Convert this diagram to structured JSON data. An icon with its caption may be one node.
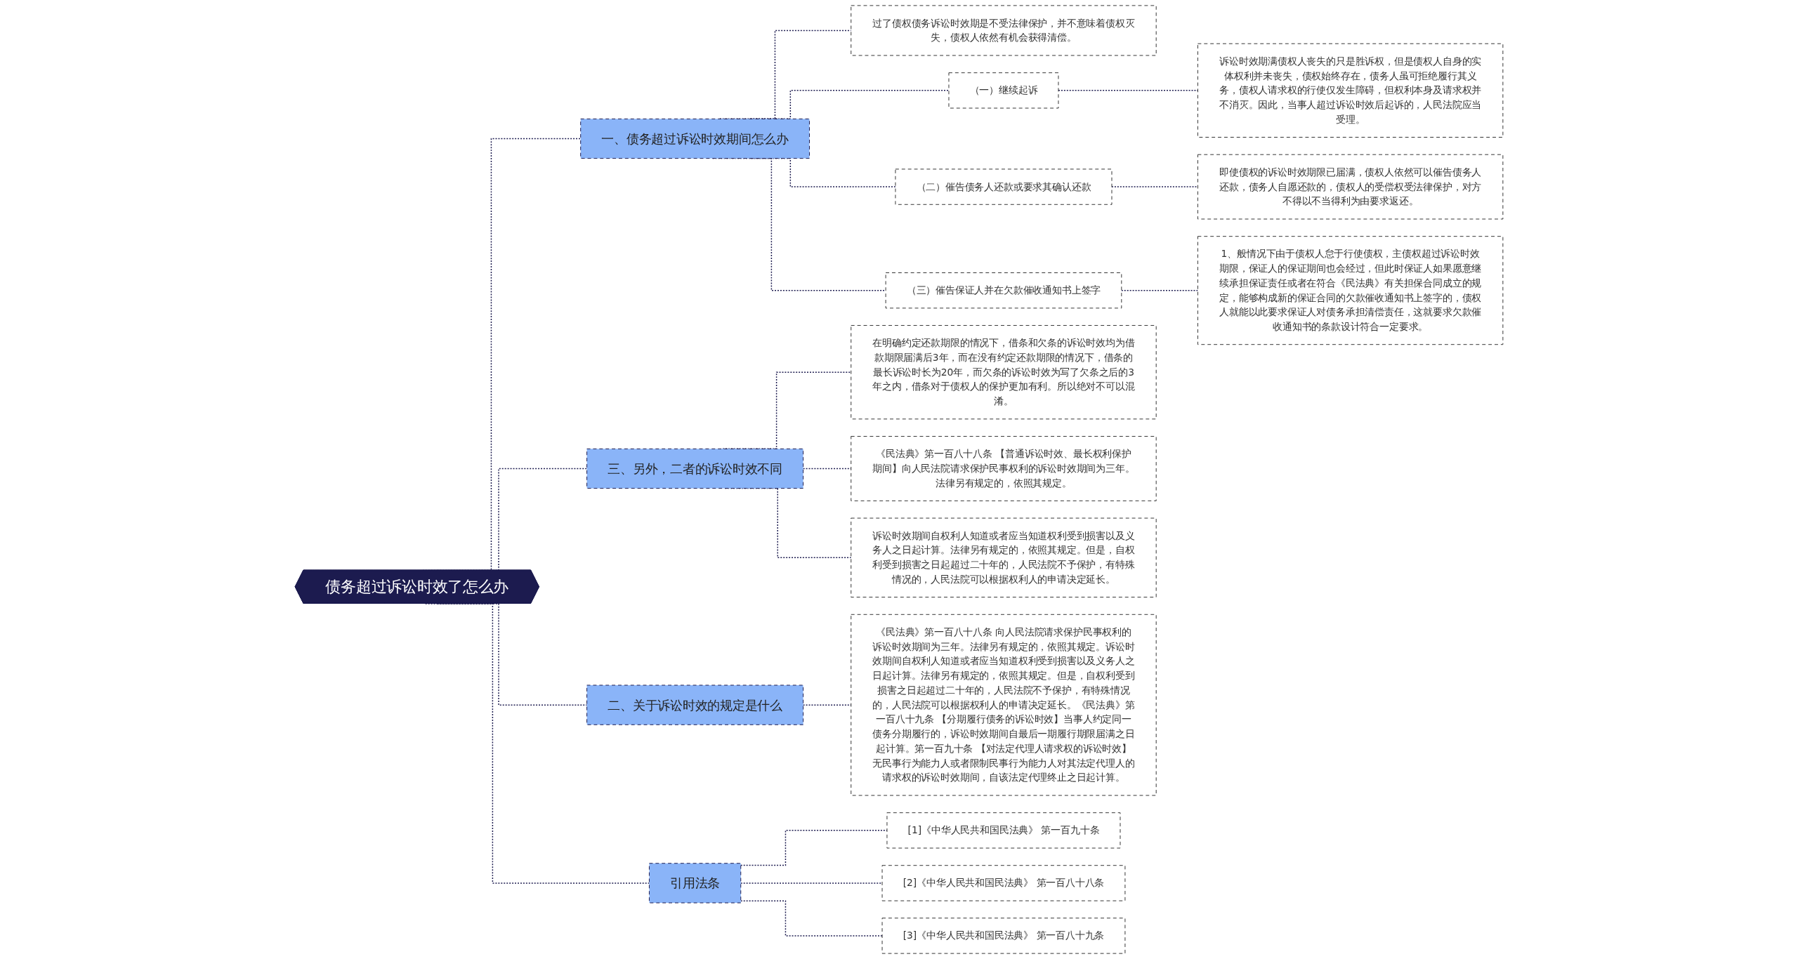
{
  "diagram": {
    "nodes": [
      {
        "text": [
          "债务超过诉讼时效了怎么办"
        ]
      },
      {
        "text": [
          "一、债务超过诉讼时效期间怎么办"
        ]
      },
      {
        "text": [
          "过了债权债务诉讼时效期是不受法律保护，并不意味着债权灭失，债权人依然有机会获得清偿。"
        ]
      },
      {
        "text": [
          "（一）继续起诉"
        ]
      },
      {
        "text": [
          "诉讼时效期满债权人丧失的只是胜诉权，但是债权人自身的实体权利并未丧失，债权始终存在，债务人虽可拒绝履行其义务，债权人请求权的行使仅发生障碍，但权利本身及请求权并不消灭。因此，当事人超过诉讼时效后起诉的，人民法院应当受理。"
        ]
      },
      {
        "text": [
          "（二）催告债务人还款或要求其确认还款"
        ]
      },
      {
        "text": [
          "即使债权的诉讼时效期限已届满，债权人依然可以催告债务人还款，债务人自愿还款的，债权人的受偿权受法律保护，对方不得以不当得利为由要求返还。"
        ]
      },
      {
        "text": [
          "（三）催告保证人并在欠款催收通知书上签字"
        ]
      },
      {
        "text": [
          "1、般情况下由于债权人怠于行使债权，主债权超过诉讼时效期限，保证人的保证期间也会经过，但此时保证人如果愿意继续承担保证责任或者在符合《民法典》有关担保合同成立的规定，能够构成新的保证合同的欠款催收通知书上签字的，债权人就能以此要求保证人对债务承担清偿责任，这就要求欠款催收通知书的条款设计符合一定要求。"
        ]
      },
      {
        "text": [
          "三、另外，二者的诉讼时效不同"
        ]
      },
      {
        "text": [
          "在明确约定还款期限的情况下，借条和欠条的诉讼时效均为借款期限届满后3年，而在没有约定还款期限的情况下，借条的最长诉讼时长为20年，而欠条的诉讼时效为写了欠条之后的3年之内，借条对于债权人的保护更加有利。所以绝对不可以混淆。"
        ]
      },
      {
        "text": [
          "《民法典》第一百八十八条 【普通诉讼时效、最长权利保护期间】向人民法院请求保护民事权利的诉讼时效期间为三年。法律另有规定的，依照其规定。"
        ]
      },
      {
        "text": [
          "诉讼时效期间自权利人知道或者应当知道权利受到损害以及义务人之日起计算。法律另有规定的，依照其规定。但是，自权利受到损害之日起超过二十年的，人民法院不予保护，有特殊情况的，人民法院可以根据权利人的申请决定延长。"
        ]
      },
      {
        "text": [
          "二、关于诉讼时效的规定是什么"
        ]
      },
      {
        "text": [
          "《民法典》第一百八十八条 向人民法院请求保护民事权利的诉讼时效期间为三年。法律另有规定的，依照其规定。诉讼时效期间自权利人知道或者应当知道权利受到损害以及义务人之日起计算。法律另有规定的，依照其规定。但是，自权利受到损害之日起超过二十年的，人民法院不予保护，有特殊情况的，人民法院可以根据权利人的申请决定延长。《民法典》第一百八十九条 【分期履行债务的诉讼时效】当事人约定同一债务分期履行的，诉讼时效期间自最后一期履行期限届满之日起计算。第一百九十条 【对法定代理人请求权的诉讼时效】无民事行为能力人或者限制民事行为能力人对其法定代理人的请求权的诉讼时效期间，自该法定代理终止之日起计算。"
        ]
      },
      {
        "text": [
          "引用法条"
        ]
      },
      {
        "text": [
          "[1]《中华人民共和国民法典》 第一百九十条"
        ]
      },
      {
        "text": [
          "[2]《中华人民共和国民法典》 第一百八十八条"
        ]
      },
      {
        "text": [
          "[3]《中华人民共和国民法典》 第一百八十九条"
        ]
      }
    ],
    "edges": [
      {
        "from": 0,
        "to": 1,
        "arrow": "none",
        "style": "dashed"
      },
      {
        "from": 1,
        "to": 2,
        "arrow": "none",
        "style": "dashed"
      },
      {
        "from": 1,
        "to": 3,
        "arrow": "none",
        "style": "dashed"
      },
      {
        "from": 3,
        "to": 4,
        "arrow": "none",
        "style": "dashed"
      },
      {
        "from": 1,
        "to": 5,
        "arrow": "none",
        "style": "dashed"
      },
      {
        "from": 5,
        "to": 6,
        "arrow": "none",
        "style": "dashed"
      },
      {
        "from": 1,
        "to": 7,
        "arrow": "none",
        "style": "dashed"
      },
      {
        "from": 7,
        "to": 8,
        "arrow": "none",
        "style": "dashed"
      },
      {
        "from": 0,
        "to": 9,
        "arrow": "none",
        "style": "dashed"
      },
      {
        "from": 9,
        "to": 10,
        "arrow": "none",
        "style": "dashed"
      },
      {
        "from": 9,
        "to": 11,
        "arrow": "none",
        "style": "dashed"
      },
      {
        "from": 9,
        "to": 12,
        "arrow": "none",
        "style": "dashed"
      },
      {
        "from": 0,
        "to": 13,
        "arrow": "none",
        "style": "dashed"
      },
      {
        "from": 13,
        "to": 14,
        "arrow": "none",
        "style": "dashed"
      },
      {
        "from": 0,
        "to": 15,
        "arrow": "none",
        "style": "dashed"
      },
      {
        "from": 15,
        "to": 16,
        "arrow": "none",
        "style": "dashed"
      },
      {
        "from": 15,
        "to": 17,
        "arrow": "none",
        "style": "dashed"
      },
      {
        "from": 15,
        "to": 18,
        "arrow": "none",
        "style": "dashed"
      }
    ]
  }
}
